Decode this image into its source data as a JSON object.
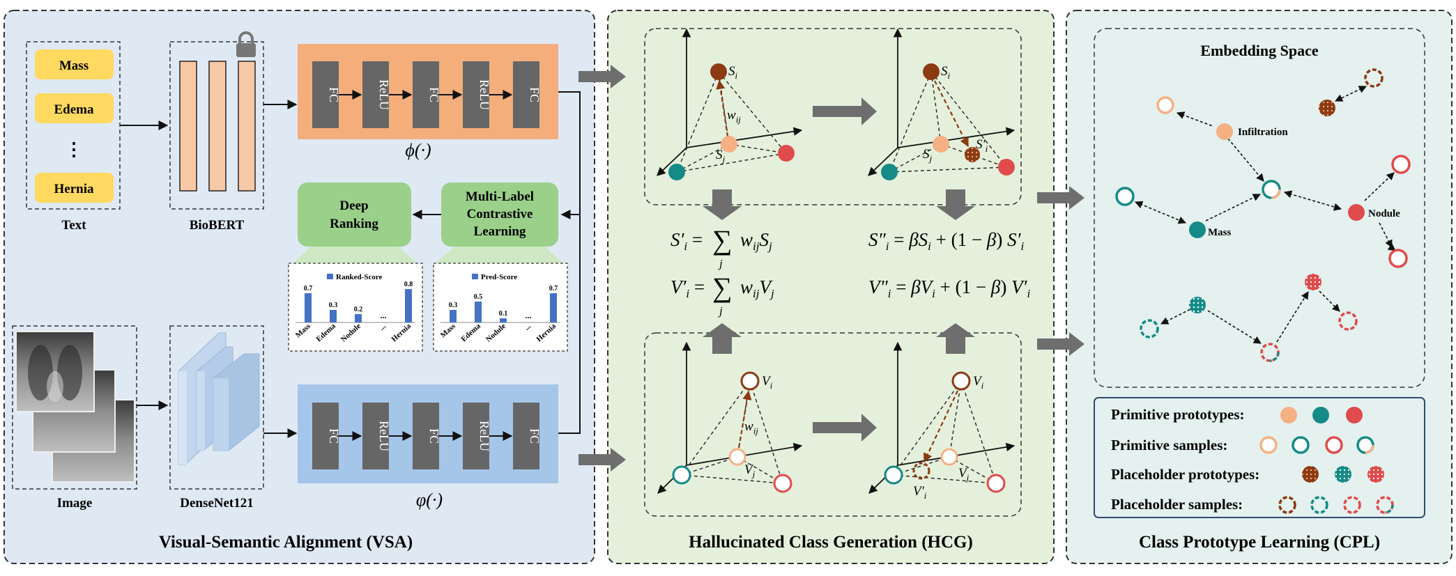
{
  "vsa": {
    "title": "Visual-Semantic Alignment (VSA)",
    "text_labels": [
      "Mass",
      "Edema",
      "⋮",
      "Hernia"
    ],
    "text_caption": "Text",
    "biobert_caption": "BioBERT",
    "mlp_layers": [
      "FC",
      "ReLU",
      "FC",
      "ReLU",
      "FC"
    ],
    "phi_text": "ϕ(·)",
    "varphi_image": "φ(·)",
    "image_caption": "Image",
    "densenet_caption": "DenseNet121",
    "deep_ranking": [
      "Deep",
      "Ranking"
    ],
    "mlcl": [
      "Multi-Label",
      "Contrastive",
      "Learning"
    ],
    "ranked_chart": {
      "legend": "Ranked-Score",
      "categories": [
        "Mass",
        "Edema",
        "Nodule",
        "...",
        "Hernia"
      ],
      "labels": [
        "0.7",
        "0.3",
        "0.2",
        "...",
        "0.8"
      ],
      "values": [
        0.7,
        0.3,
        0.2,
        null,
        0.8
      ]
    },
    "pred_chart": {
      "legend": "Pred-Score",
      "categories": [
        "Mass",
        "Edema",
        "Nodule",
        "...",
        "Hernia"
      ],
      "labels": [
        "0.3",
        "0.5",
        "0.1",
        "...",
        "0.7"
      ],
      "values": [
        0.3,
        0.5,
        0.1,
        null,
        0.7
      ]
    }
  },
  "hcg": {
    "title": "Hallucinated Class Generation (HCG)",
    "top_labels": {
      "si": "S",
      "si_sub": "i",
      "sj": "S",
      "sj_sub": "j",
      "wij": "w",
      "wij_sub": "ij",
      "sprime": "S′",
      "sprime_sub": "i"
    },
    "bottom_labels": {
      "vi": "V",
      "vi_sub": "i",
      "vj": "V",
      "vj_sub": "j",
      "wij": "w",
      "wij_sub": "ij",
      "vprime": "V′",
      "vprime_sub": "i"
    },
    "eq1_lhs": "S′",
    "eq1_rhs": "= ∑ w",
    "eq2_lhs": "V′",
    "eq3": "S″ = βS + (1 − β) S′",
    "eq4": "V″ = βV + (1 − β) V′",
    "sum_index": "j"
  },
  "cpl": {
    "title": "Class Prototype Learning (CPL)",
    "embedding_title": "Embedding Space",
    "node_labels": {
      "infiltration": "Infiltration",
      "nodule": "Nodule",
      "mass": "Mass"
    },
    "legend": [
      "Primitive prototypes:",
      "Primitive samples:",
      "Placeholder prototypes:",
      "Placeholder samples:"
    ]
  },
  "colors": {
    "orange_node": "#f5b184",
    "teal_node": "#148b86",
    "red_node": "#e04b4b",
    "brown_node": "#8b3a12",
    "vsa_bg": "#dfe9f4",
    "hcg_bg": "#e5f0dc",
    "cpl_bg": "#e4f1ef",
    "mlp_orange": "#f4ae7c",
    "mlp_blue": "#a6c6e9",
    "green_box": "#9bd08a",
    "yellow_box": "#ffd960"
  }
}
